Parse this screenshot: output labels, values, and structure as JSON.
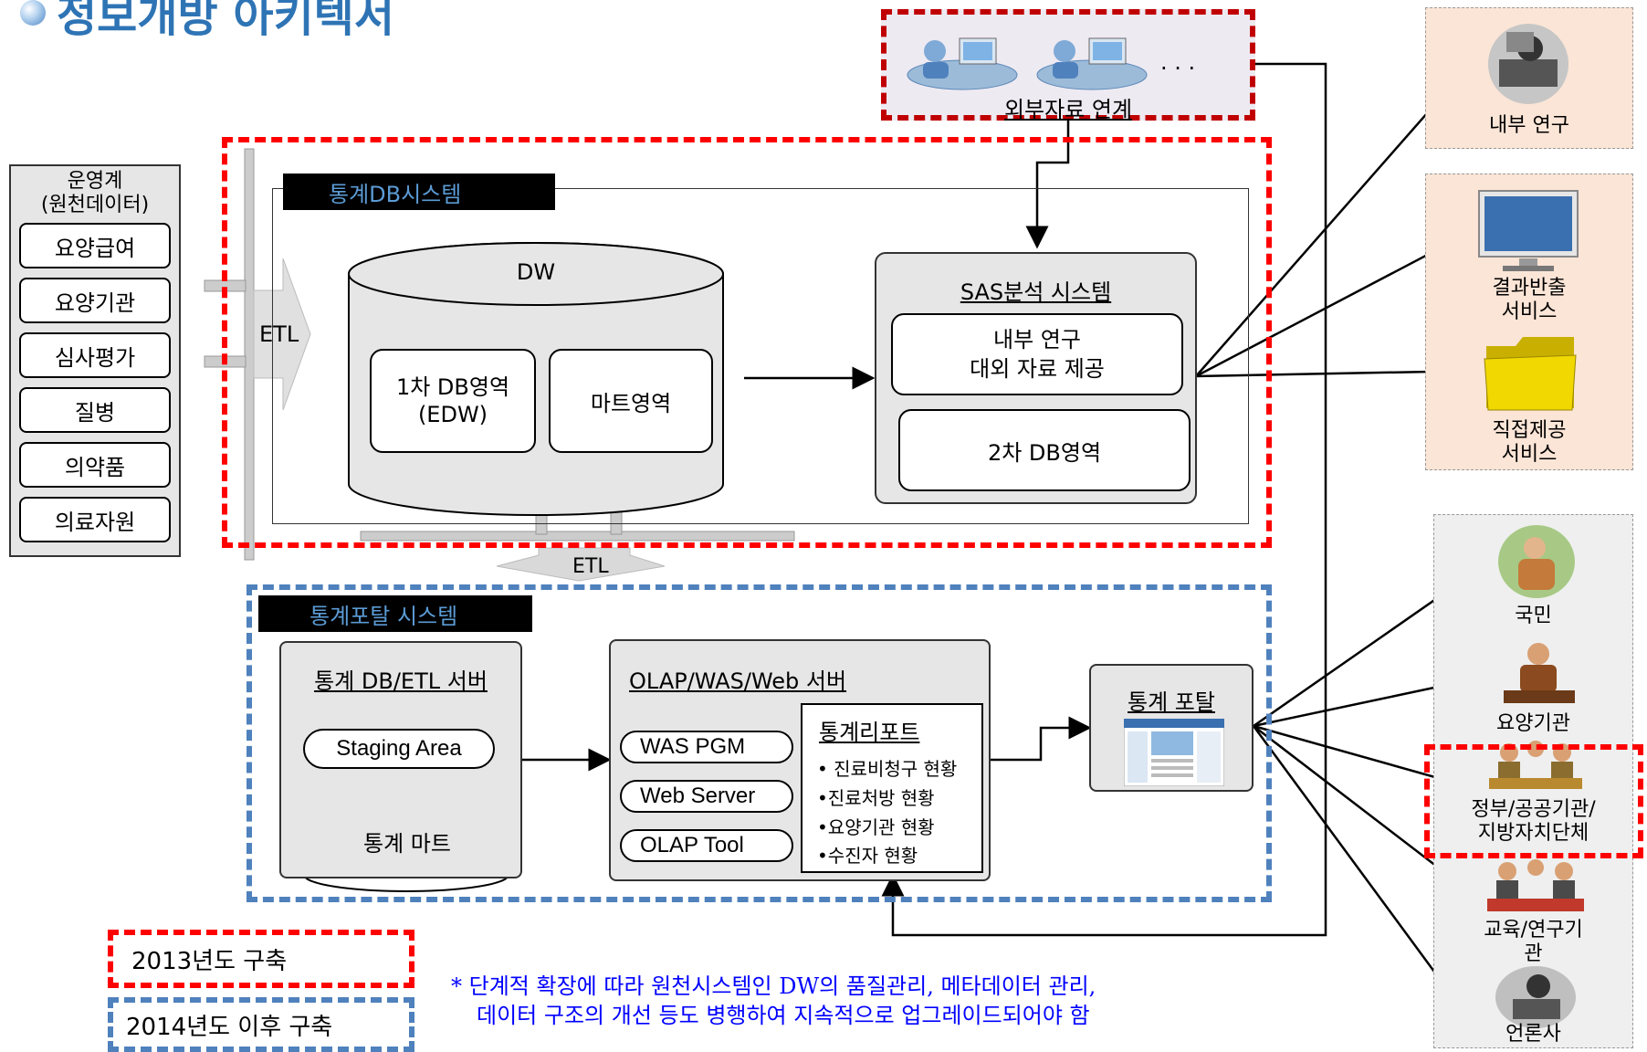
{
  "title": "정보개방 아키텍서",
  "external": {
    "label": "외부자료 연계",
    "dots": ". . ."
  },
  "source": {
    "title": "운영계\n(원천데이터)",
    "items": [
      "요양급여",
      "요양기관",
      "심사평가",
      "질병",
      "의약품",
      "의료자원"
    ]
  },
  "db_system": {
    "label": "통계DB시스템",
    "etl": "ETL",
    "dw": {
      "label": "DW",
      "edw": "1차 DB영역\n(EDW)",
      "mart": "마트영역"
    },
    "sas": {
      "title": "SAS분석 시스템",
      "box1": "내부 연구\n대외 자료 제공",
      "box2": "2차 DB영역"
    }
  },
  "etl2": "ETL",
  "portal_system": {
    "label": "통계포탈 시스템",
    "dbserver": {
      "title": "통계 DB/ETL 서버",
      "staging": "Staging Area",
      "mart": "통계 마트"
    },
    "olap": {
      "title": "OLAP/WAS/Web 서버",
      "items": [
        "WAS PGM",
        "Web Server",
        "OLAP Tool"
      ]
    },
    "report": {
      "title": "통계리포트",
      "items": [
        "• 진료비청구 현황",
        "•진료처방 현황",
        "•요양기관 현황",
        "•수진자 현황"
      ]
    },
    "portal": {
      "title": "통계 포탈"
    }
  },
  "right_top": [
    {
      "label": "내부 연구",
      "icon": "researcher-icon"
    },
    {
      "label": "결과반출\n서비스",
      "icon": "monitor-icon"
    },
    {
      "label": "직접제공\n서비스",
      "icon": "folder-icon"
    }
  ],
  "right_bottom": [
    {
      "label": "국민",
      "icon": "citizen-icon"
    },
    {
      "label": "요양기관",
      "icon": "phone-person-icon"
    },
    {
      "label": "정부/공공기관/\n지방자치단체",
      "icon": "meeting-icon"
    },
    {
      "label": "교육/연구기\n관",
      "icon": "conference-icon"
    },
    {
      "label": "언론사",
      "icon": "press-icon"
    }
  ],
  "legend": {
    "y2013": "2013년도 구축",
    "y2014": "2014년도  이후 구축"
  },
  "note": {
    "line1": "* 단계적 확장에 따라 원천시스템인 DW의 품질관리, 메타데이터 관리,",
    "line2": "데이터 구조의 개선 등도 병행하여 지속적으로 업그레이드되어야 함"
  },
  "colors": {
    "red": "#ff0000",
    "dark_red": "#c00000",
    "blue": "#4f81bd",
    "title_blue": "#2e74b5",
    "note_blue": "#0000ff"
  }
}
